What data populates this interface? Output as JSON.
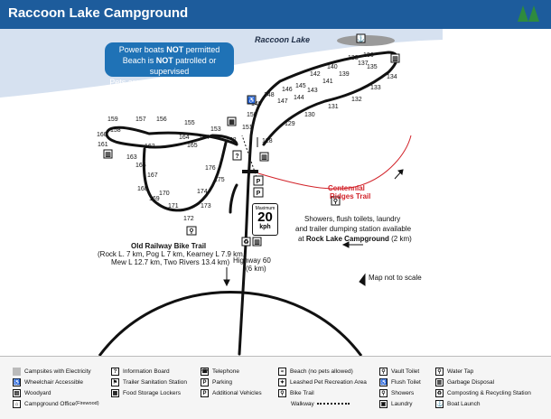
{
  "title": "Raccoon Lake Campground",
  "icons": {
    "header": "tree-icon"
  },
  "lake_label": "Raccoon Lake",
  "notice": {
    "line1_a": "Power boats ",
    "line1_b": "NOT",
    "line1_c": " permitted",
    "line2_a": "Beach is ",
    "line2_b": "NOT",
    "line2_c": " patrolled or supervised",
    "line3": "Pets are prohibited in beach area"
  },
  "sites": [
    "159",
    "157",
    "156",
    "155",
    "153",
    "154",
    "164",
    "165",
    "152",
    "160",
    "158",
    "161",
    "162",
    "163",
    "166",
    "167",
    "168",
    "169",
    "170",
    "171",
    "172",
    "173",
    "174",
    "175",
    "176",
    "151",
    "150",
    "149",
    "148",
    "147",
    "146",
    "145",
    "144",
    "143",
    "142",
    "141",
    "140",
    "139",
    "138",
    "137",
    "136",
    "135",
    "134",
    "133",
    "132",
    "131",
    "130",
    "129",
    "128"
  ],
  "trail_label_1": "Centennial",
  "trail_label_2": "Ridges Trail",
  "speed_sign": {
    "top": "Maximum",
    "value": "20",
    "unit": "kph"
  },
  "services_text": {
    "line1": "Showers, flush toilets, laundry",
    "line2": "and trailer dumping station available",
    "line3_a": "at ",
    "line3_b": "Rock Lake Campground",
    "line3_c": " (2 km)"
  },
  "bike_trail": {
    "title": "Old Railway Bike Trail",
    "line1": "(Rock L. 7 km, Pog L 7 km, Kearney L 7.9 km,",
    "line2": "Mew L 12.7 km, Two Rivers 13.4 km)"
  },
  "highway": {
    "line1": "Highway 60",
    "line2": "(6 km)"
  },
  "scale_note": "Map not to scale",
  "legend": [
    {
      "icon": "campsite-electricity-swatch",
      "label": "Campsites with Electricity"
    },
    {
      "icon": "wheelchair-icon",
      "label": "Wheelchair Accessible"
    },
    {
      "icon": "woodyard-icon",
      "label": "Woodyard"
    },
    {
      "icon": "campground-office-icon",
      "label": "Campground Office",
      "sub": " (Firewood)"
    },
    {
      "icon": "information-board-icon",
      "label": "Information Board"
    },
    {
      "icon": "trailer-sanitation-icon",
      "label": "Trailer Sanitation Station"
    },
    {
      "icon": "food-storage-icon",
      "label": "Food Storage Lockers"
    },
    {
      "icon": "telephone-icon",
      "label": "Telephone"
    },
    {
      "icon": "parking-icon",
      "label": "Parking"
    },
    {
      "icon": "additional-vehicles-icon",
      "label": "Additional Vehicles"
    },
    {
      "icon": "beach-icon",
      "label": "Beach (no pets allowed)"
    },
    {
      "icon": "leashed-pet-icon",
      "label": "Leashed Pet Recreation Area"
    },
    {
      "icon": "bike-trail-icon",
      "label": "Bike Trail"
    },
    {
      "icon": "walkway-line",
      "label": "Walkway"
    },
    {
      "icon": "vault-toilet-icon",
      "label": "Vault Toilet"
    },
    {
      "icon": "flush-toilet-icon",
      "label": "Flush Toilet"
    },
    {
      "icon": "showers-icon",
      "label": "Showers"
    },
    {
      "icon": "laundry-icon",
      "label": "Laundry"
    },
    {
      "icon": "water-tap-icon",
      "label": "Water Tap"
    },
    {
      "icon": "garbage-disposal-icon",
      "label": "Garbage Disposal"
    },
    {
      "icon": "composting-recycling-icon",
      "label": "Composting & Recycling Station"
    },
    {
      "icon": "boat-launch-icon",
      "label": "Boat Launch"
    }
  ],
  "colors": {
    "header": "#1d5c9c",
    "lake": "#d6e1f0",
    "notice": "#1f72b6",
    "trail": "#d2232a",
    "tree": "#2e8b3e"
  }
}
